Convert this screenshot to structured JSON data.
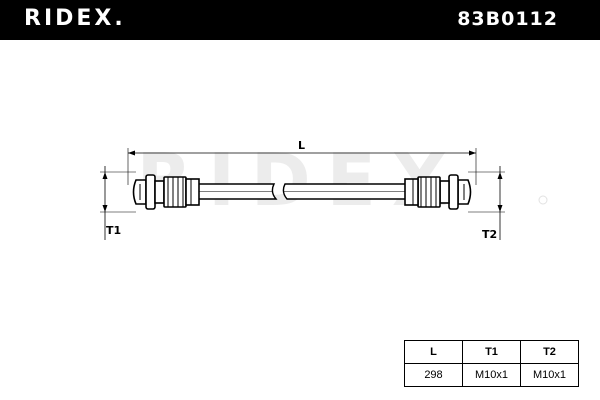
{
  "header": {
    "brand": "RIDEX.",
    "part_number": "83B0112"
  },
  "drawing": {
    "dimension_label": "L",
    "thread1_label": "T1",
    "thread2_label": "T2",
    "watermark": "RIDEX"
  },
  "spec_table": {
    "headers": [
      "L",
      "T1",
      "T2"
    ],
    "values": [
      "298",
      "M10x1",
      "M10x1"
    ]
  }
}
